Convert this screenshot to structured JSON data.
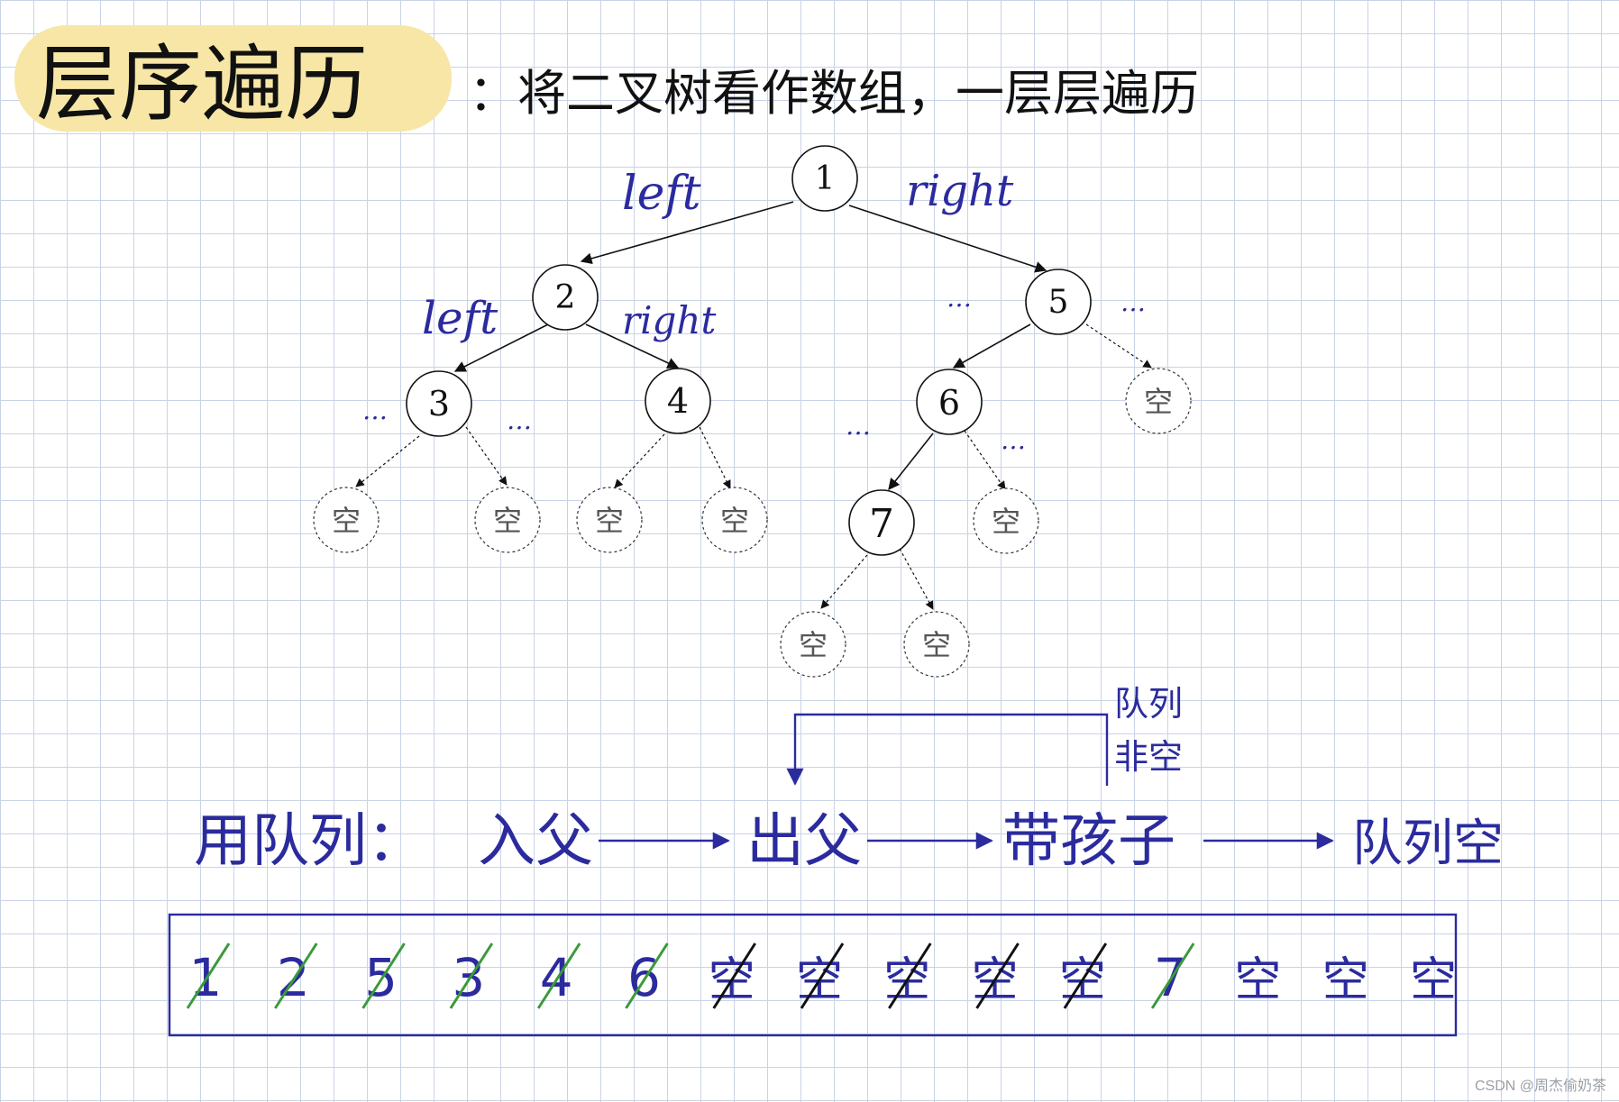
{
  "colors": {
    "ink": "#111111",
    "blue_ink": "#2b2b9e",
    "green_ink": "#3a9a3a",
    "highlight": "#f7e6a6",
    "grid": "#c9d3e6"
  },
  "header": {
    "title": "层序遍历",
    "subtitle": "：将二叉树看作数组，一层层遍历"
  },
  "tree": {
    "nodes": {
      "n1": "1",
      "n2": "2",
      "n5": "5",
      "n3": "3",
      "n4": "4",
      "n6": "6",
      "n7": "7",
      "empty_label": "空"
    },
    "labels": {
      "left": "left",
      "right": "right",
      "ellipsis": "…"
    }
  },
  "flow": {
    "prefix": "用队列：",
    "steps": [
      "入父",
      "出父",
      "带孩子",
      "队列空"
    ],
    "loop_label_line1": "队列",
    "loop_label_line2": "非空"
  },
  "queue": {
    "items": [
      "1",
      "2",
      "5",
      "3",
      "4",
      "6",
      "空",
      "空",
      "空",
      "空",
      "空",
      "7",
      "空",
      "空",
      "空"
    ],
    "crossed": [
      true,
      true,
      true,
      true,
      true,
      true,
      true,
      true,
      true,
      true,
      true,
      true,
      false,
      false,
      false
    ]
  },
  "watermark": "CSDN @周杰偷奶茶"
}
